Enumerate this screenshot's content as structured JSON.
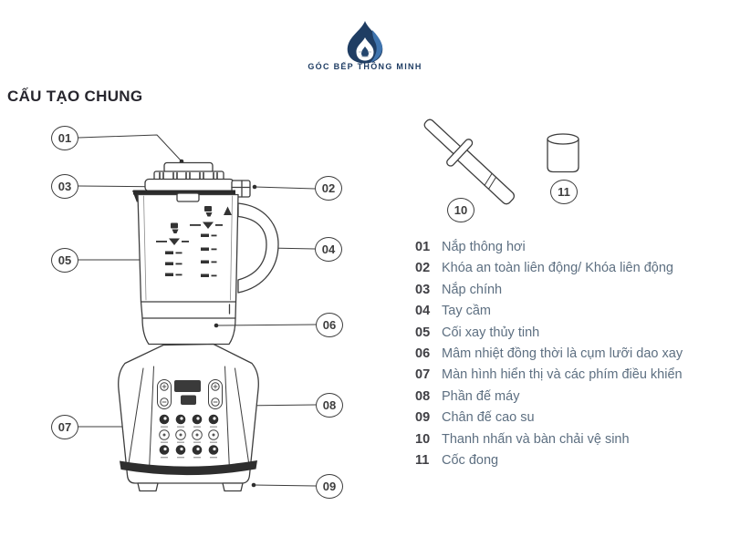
{
  "logo": {
    "text": "GÓC BẾP THÔNG MINH"
  },
  "title": "CẤU TẠO CHUNG",
  "parts": [
    {
      "num": "01",
      "label": "Nắp thông hơi"
    },
    {
      "num": "02",
      "label": "Khóa an toàn liên động/ Khóa liên động"
    },
    {
      "num": "03",
      "label": "Nắp chính"
    },
    {
      "num": "04",
      "label": "Tay cầm"
    },
    {
      "num": "05",
      "label": "Cối xay thủy tinh"
    },
    {
      "num": "06",
      "label": "Mâm nhiệt đồng thời là cụm lưỡi dao xay"
    },
    {
      "num": "07",
      "label": "Màn hình hiển thị và các phím điều khiển"
    },
    {
      "num": "08",
      "label": "Phần đế máy"
    },
    {
      "num": "09",
      "label": "Chân đế cao su"
    },
    {
      "num": "10",
      "label": "Thanh nhấn và bàn chải vệ sinh"
    },
    {
      "num": "11",
      "label": "Cốc đong"
    }
  ],
  "colors": {
    "brand_navy": "#1e3c63",
    "ink": "#3d3d3d",
    "list_text": "#5d6f81",
    "dark_fill": "#2e2e2e"
  }
}
